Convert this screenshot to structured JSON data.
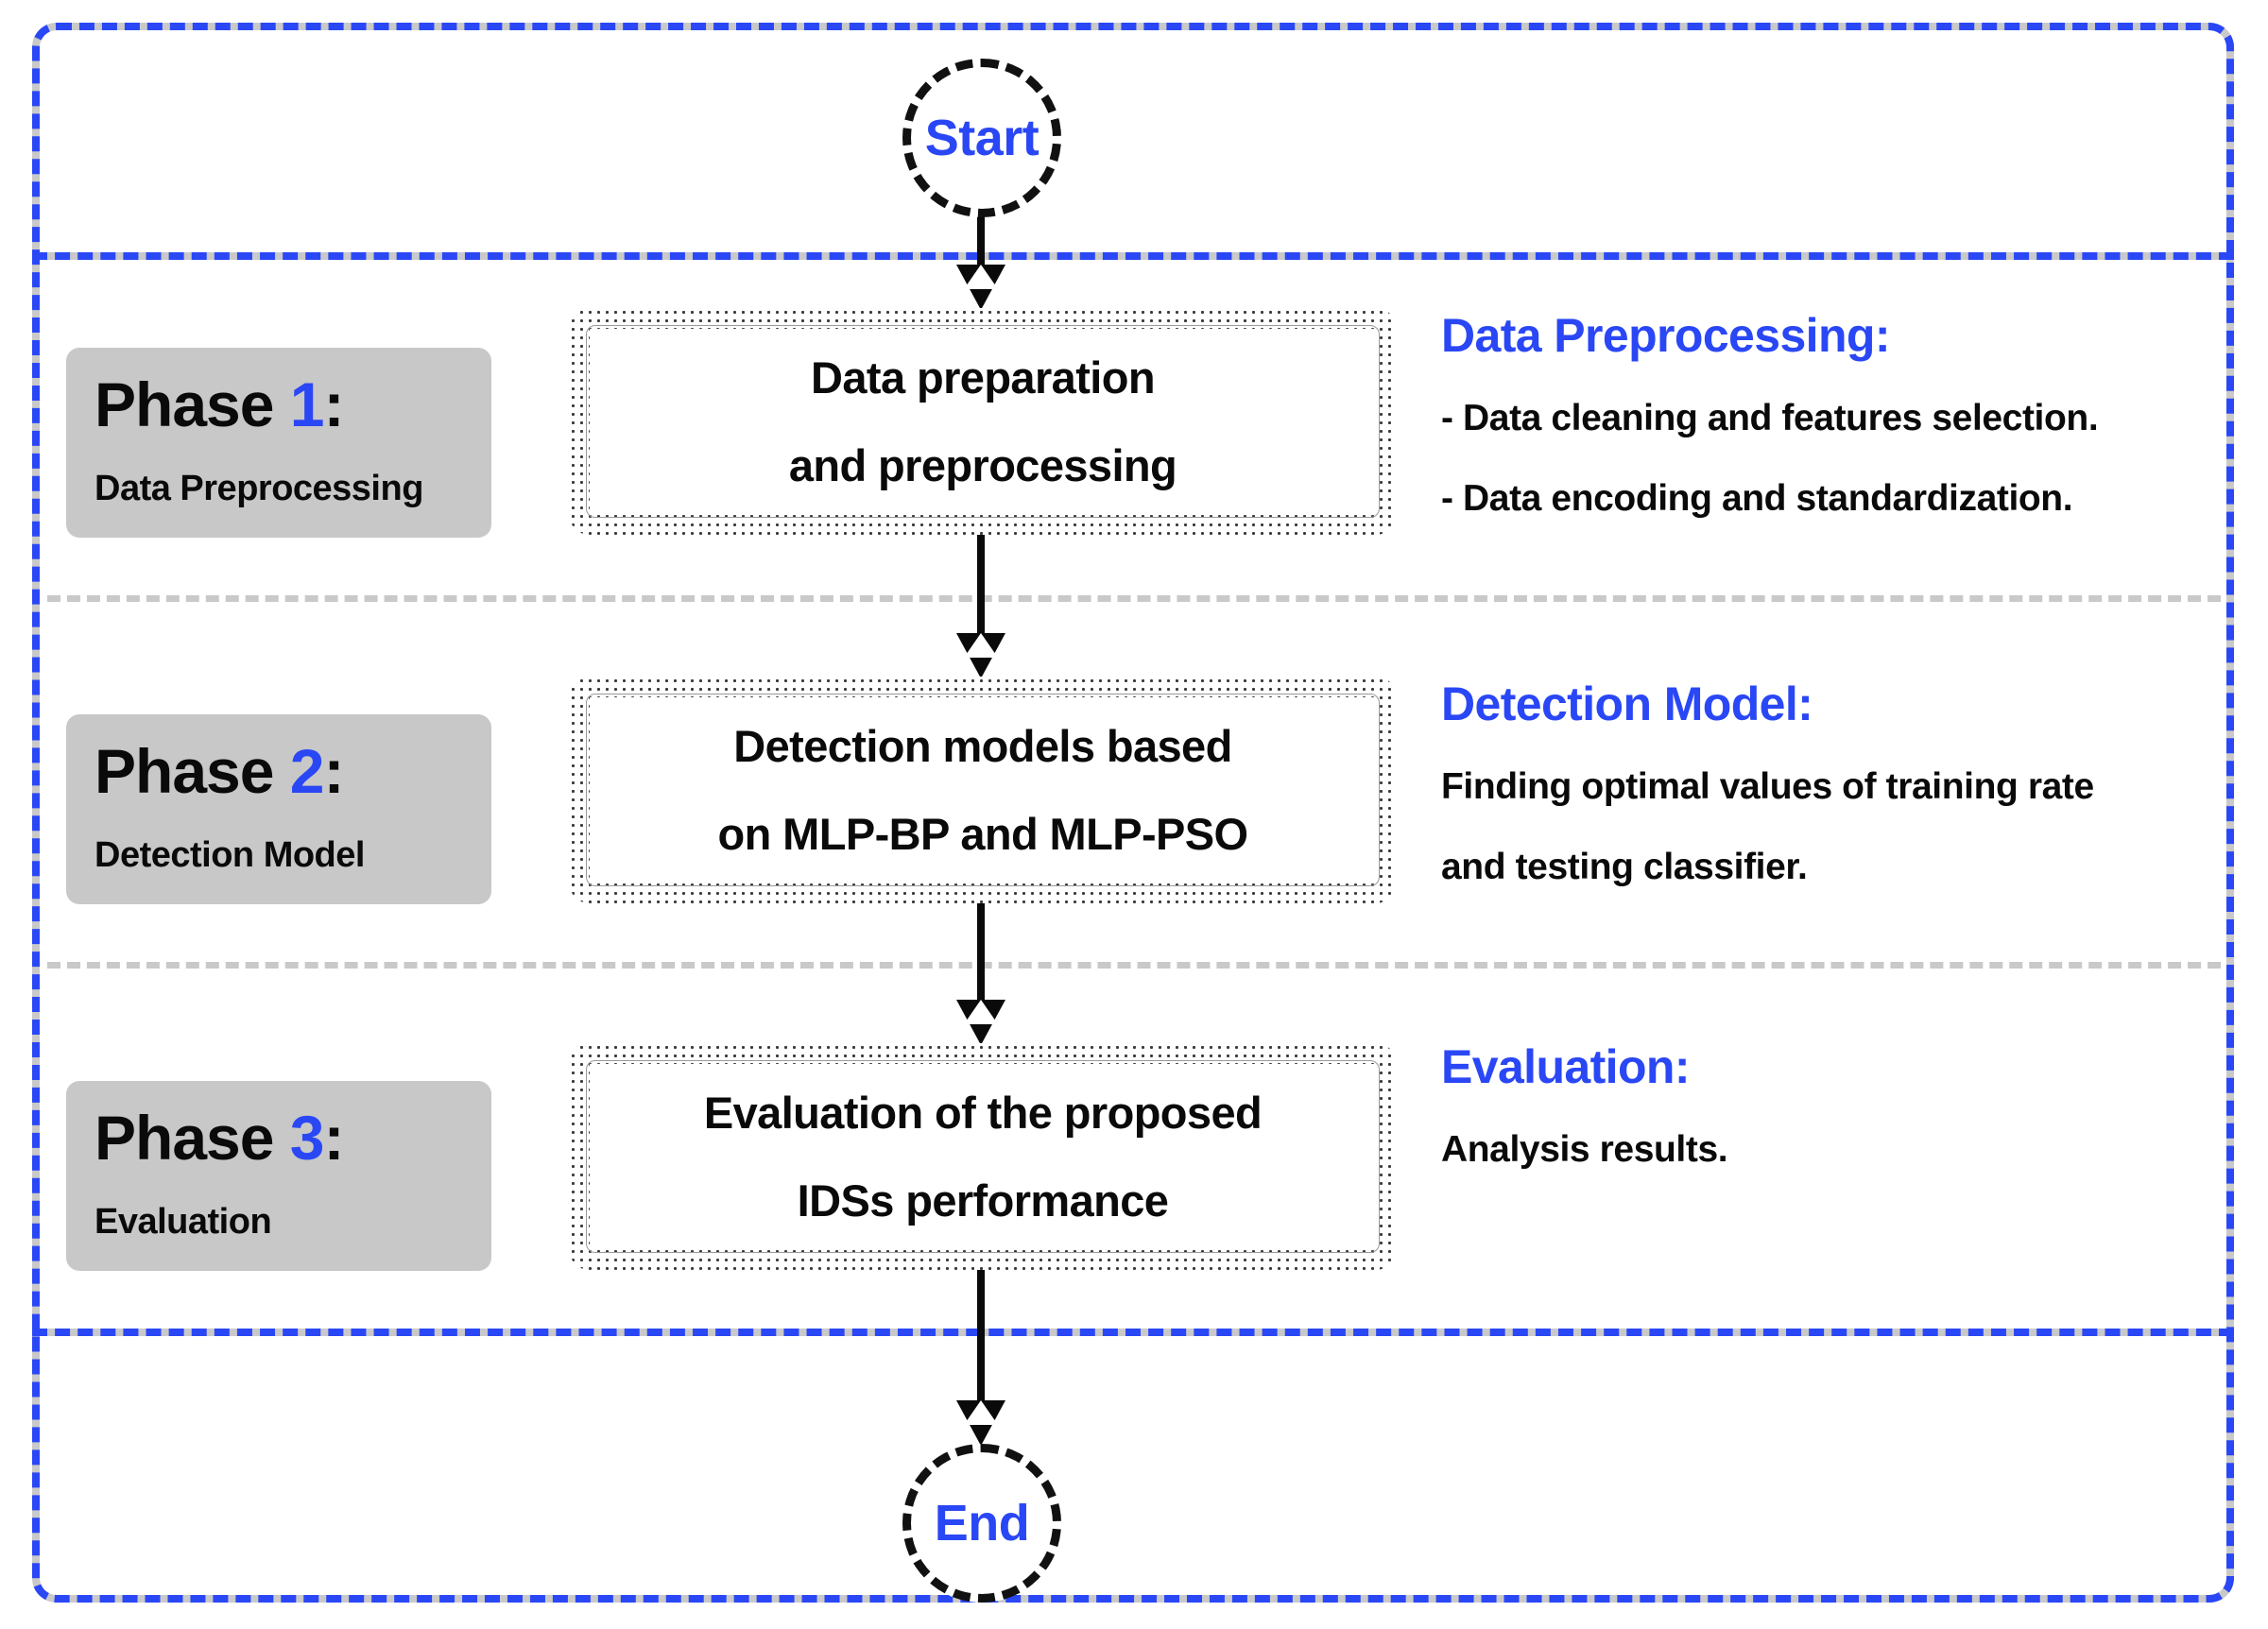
{
  "diagram": {
    "title_present": false,
    "colors": {
      "accent_blue": "#2a47f5",
      "frame_gray": "#c9c9c9",
      "phase_card_gray": "#c8c8c8",
      "text_black": "#0a0a0a"
    },
    "start_node": {
      "label": "Start"
    },
    "end_node": {
      "label": "End"
    },
    "phases": [
      {
        "title_prefix": "Phase ",
        "number": "1",
        "title_suffix": ":",
        "subtitle": "Data Preprocessing",
        "process": {
          "line1": "Data preparation",
          "line2": "and preprocessing"
        },
        "annotation": {
          "heading": "Data Preprocessing:",
          "line1": "- Data cleaning and features selection.",
          "line2": "- Data encoding and standardization."
        }
      },
      {
        "title_prefix": "Phase ",
        "number": "2",
        "title_suffix": ":",
        "subtitle": "Detection Model",
        "process": {
          "line1": "Detection models based",
          "line2": "on MLP-BP and MLP-PSO"
        },
        "annotation": {
          "heading": "Detection Model:",
          "line1": "Finding optimal values of training rate",
          "line2": "and testing classifier."
        }
      },
      {
        "title_prefix": "Phase ",
        "number": "3",
        "title_suffix": ":",
        "subtitle": "Evaluation",
        "process": {
          "line1": "Evaluation of the proposed",
          "line2": "IDSs performance"
        },
        "annotation": {
          "heading": "Evaluation:",
          "line1": "Analysis results.",
          "line2": ""
        }
      }
    ]
  }
}
